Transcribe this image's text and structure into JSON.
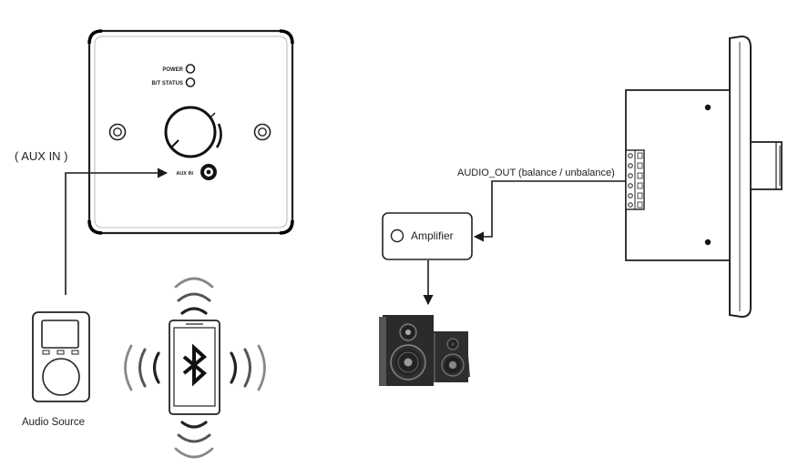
{
  "labels": {
    "aux_in_caption": "( AUX IN )",
    "power": "POWER",
    "bt_status": "B/T STATUS",
    "aux_in_jack": "AUX IN",
    "audio_out": "AUDIO_OUT (balance / unbalance)",
    "amplifier": "Amplifier",
    "audio_source": "Audio Source"
  },
  "colors": {
    "line": "#1a1a1a",
    "panel_stroke": "#222222",
    "speaker_body": "#2b2b2b",
    "wave": "#9a9a9a"
  },
  "icons": {
    "bluetooth": "bluetooth-icon",
    "speakers": "speakers-icon",
    "audio_player": "audio-player-icon"
  }
}
